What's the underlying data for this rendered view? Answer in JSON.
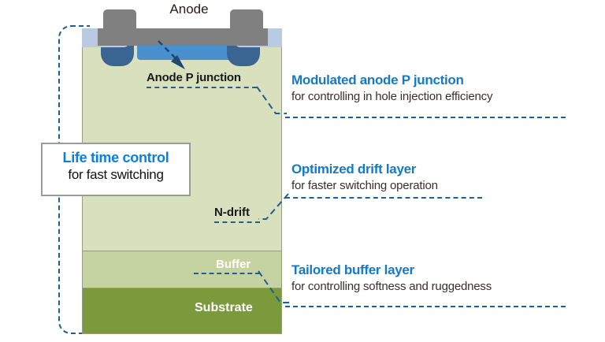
{
  "diagram": {
    "anode_title": "Anode",
    "device_layers": [
      {
        "key": "ndrift",
        "label": "N-drift",
        "color": "#d8e0bd"
      },
      {
        "key": "buffer",
        "label": "Buffer",
        "color": "#c5d3a0"
      },
      {
        "key": "substrate",
        "label": "Substrate",
        "color": "#7b9a3c"
      }
    ],
    "inner_labels": {
      "anode_p_junction": "Anode P junction",
      "n_drift": "N-drift",
      "buffer": "Buffer",
      "substrate": "Substrate"
    },
    "callout": {
      "title": "Life time control",
      "subtitle": "for fast switching"
    },
    "annotations": [
      {
        "title": "Modulated anode P junction",
        "subtitle": "for controlling in hole injection efficiency"
      },
      {
        "title": "Optimized drift layer",
        "subtitle": "for faster switching operation"
      },
      {
        "title": "Tailored buffer layer",
        "subtitle": "for controlling softness and ruggedness"
      }
    ],
    "colors": {
      "accent_blue": "#1579c3",
      "callout_blue": "#0c7ede",
      "dash_blue": "#1f5f91",
      "metal_gray": "#808080",
      "oxide_blue": "#b9cbe3",
      "pjunction_blue": "#4a90cd",
      "pwell_blue": "#3a6492",
      "ndrift_green": "#d8e0bd",
      "buffer_green": "#c5d3a0",
      "substrate_green": "#7b9a3c",
      "subtitle_text": "#3b2f2b"
    },
    "icons": {
      "arrow": "arrow-down-right-icon"
    }
  }
}
